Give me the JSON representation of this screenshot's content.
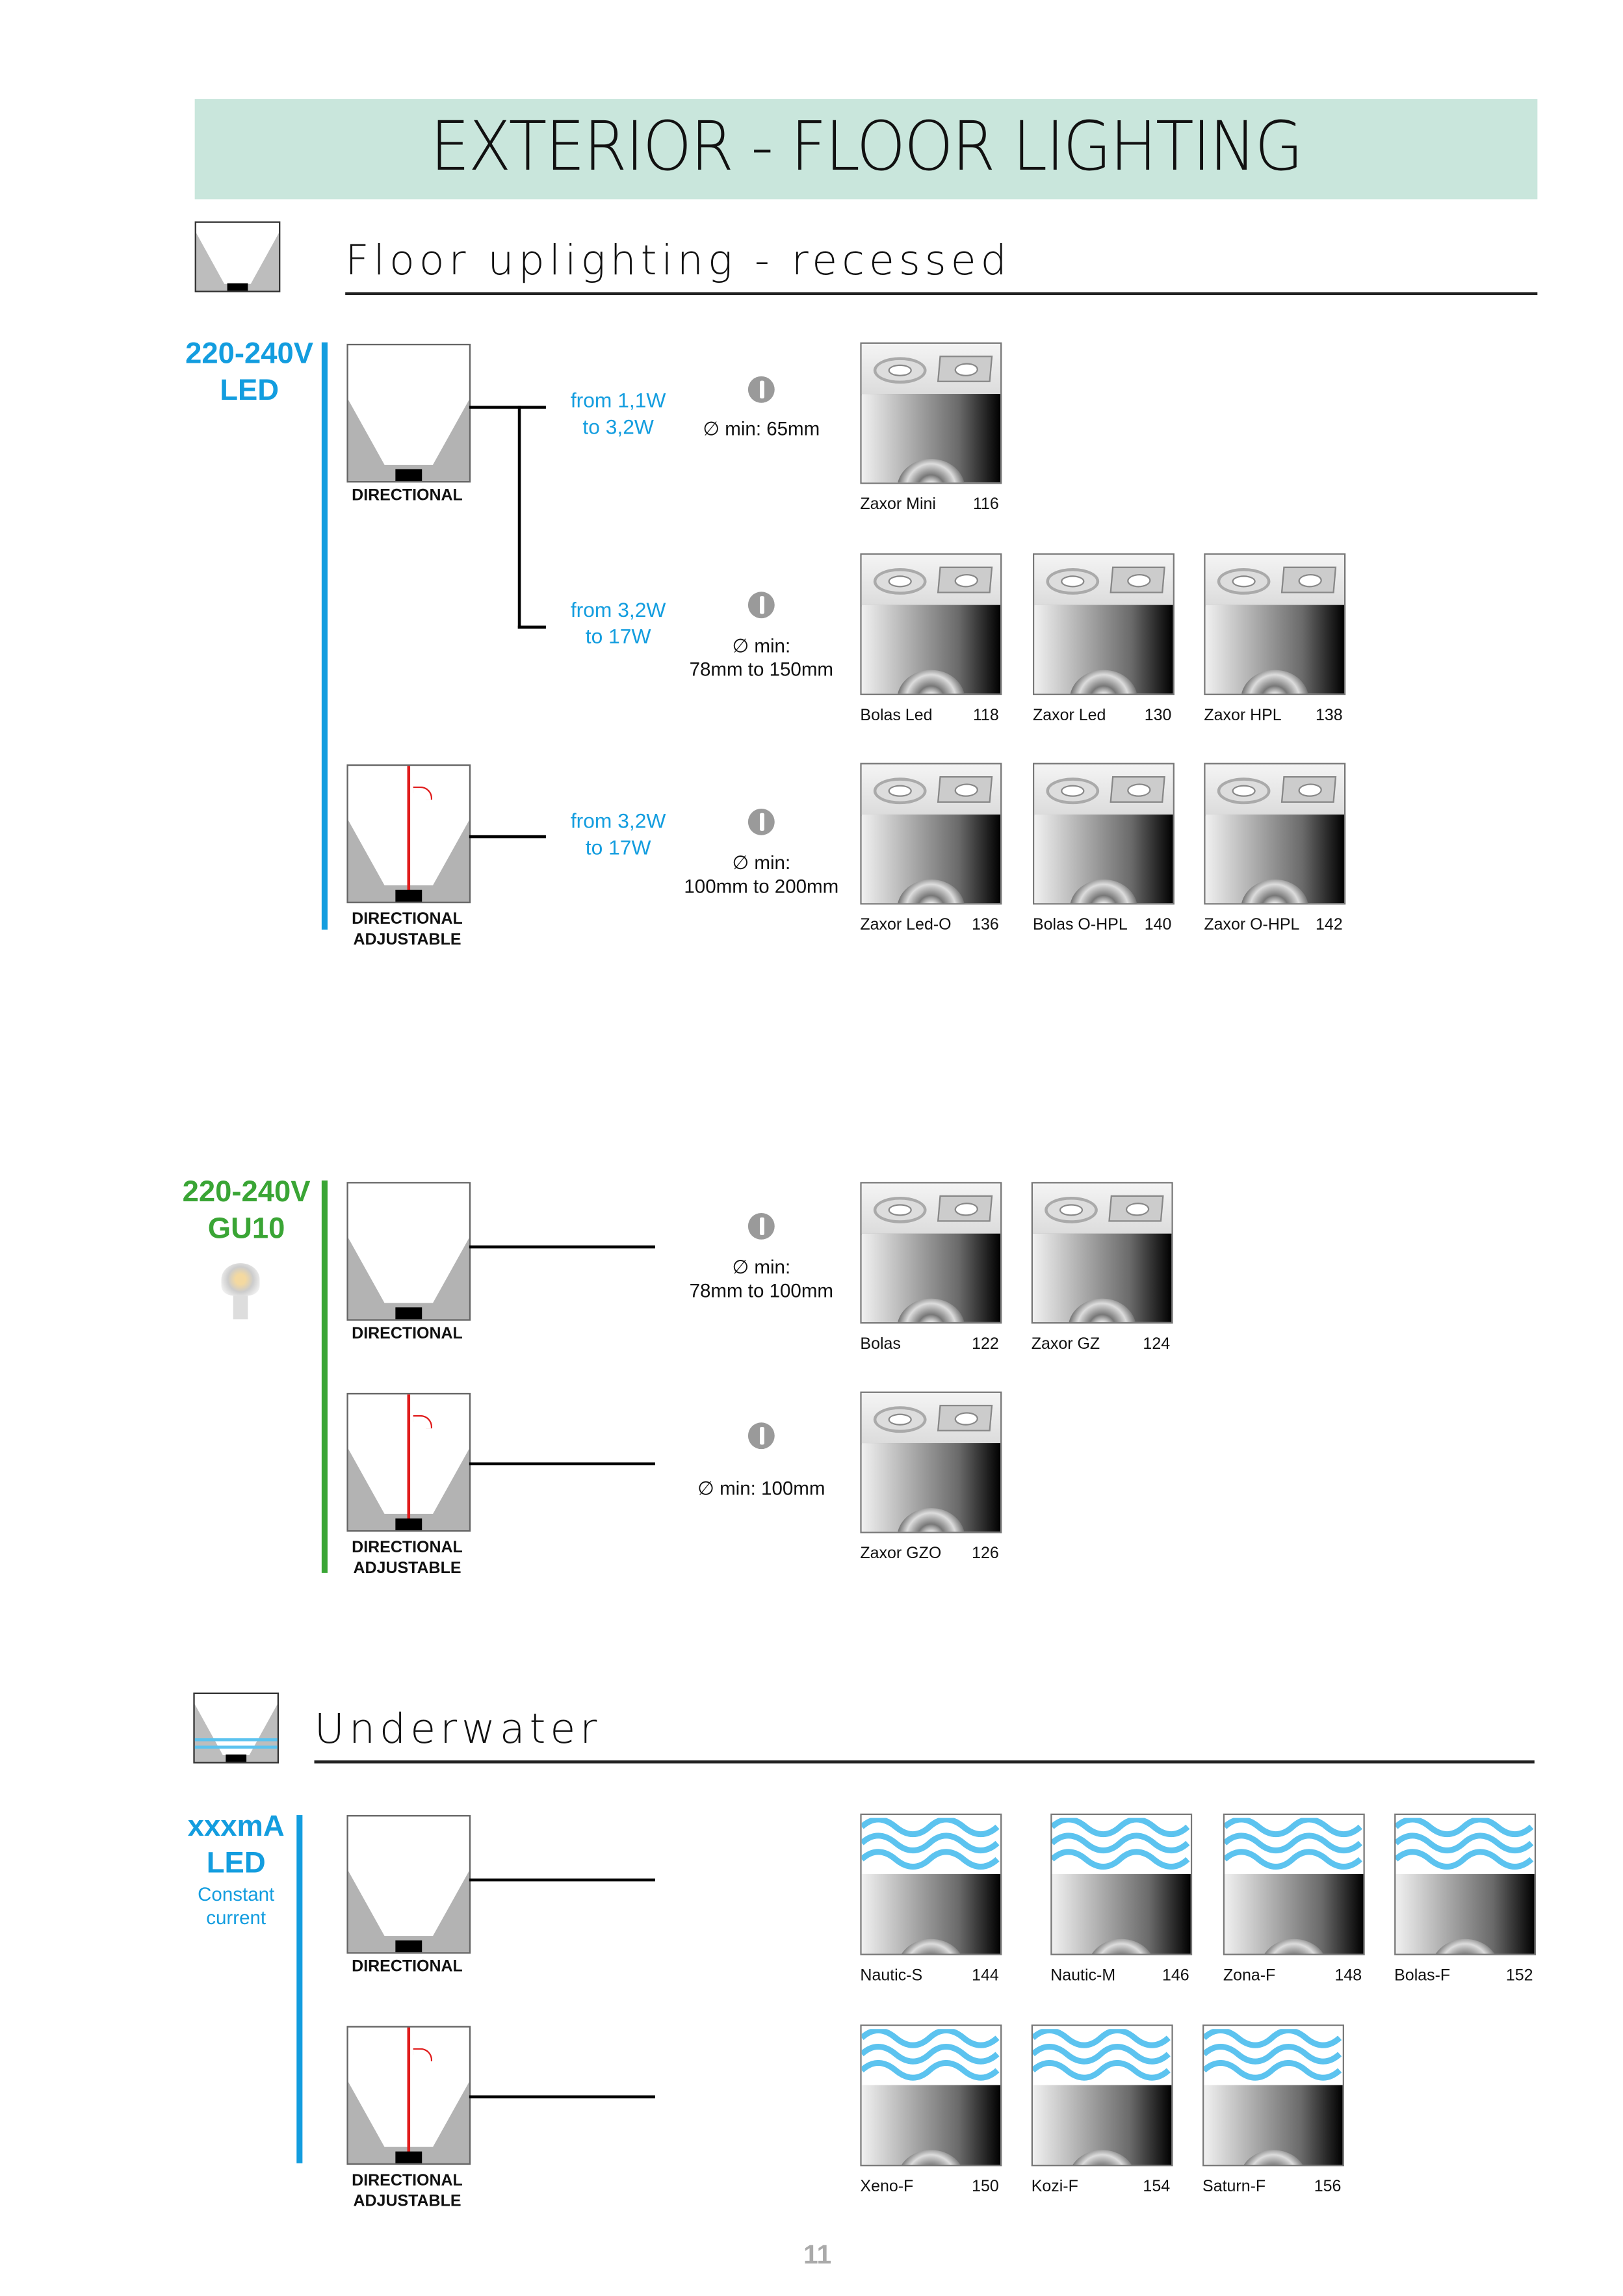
{
  "header": {
    "title": "EXTERIOR - FLOOR LIGHTING"
  },
  "colors": {
    "band": "#c9e6dc",
    "blue": "#139ddf",
    "green": "#3aa535",
    "accent_red": "#e01b1b"
  },
  "sections": [
    {
      "title": "Floor uplighting - recessed",
      "icon": "floor-uplight-icon"
    },
    {
      "title": "Underwater",
      "icon": "underwater-uplight-icon"
    }
  ],
  "groups": {
    "led": {
      "line1": "220-240V",
      "line2": "LED"
    },
    "gu10": {
      "line1": "220-240V",
      "line2": "GU10"
    },
    "current": {
      "line1": "xxxmA",
      "line2": "LED",
      "line3": "Constant",
      "line4": "current"
    }
  },
  "diagram_labels": {
    "directional": "DIRECTIONAL",
    "adjustable_1": "DIRECTIONAL",
    "adjustable_2": "ADJUSTABLE"
  },
  "rows": [
    {
      "power1": "from 1,1W",
      "power2": "to 3,2W",
      "min1": "∅ min: 65mm",
      "min2": "",
      "products": [
        {
          "name": "Zaxor Mini",
          "page": "116"
        }
      ]
    },
    {
      "power1": "from 3,2W",
      "power2": "to 17W",
      "min1": "∅ min:",
      "min2": "78mm to 150mm",
      "products": [
        {
          "name": "Bolas Led",
          "page": "118"
        },
        {
          "name": "Zaxor Led",
          "page": "130"
        },
        {
          "name": "Zaxor HPL",
          "page": "138"
        }
      ]
    },
    {
      "power1": "from 3,2W",
      "power2": "to 17W",
      "min1": "∅ min:",
      "min2": "100mm to 200mm",
      "products": [
        {
          "name": "Zaxor Led-O",
          "page": "136"
        },
        {
          "name": "Bolas O-HPL",
          "page": "140"
        },
        {
          "name": "Zaxor O-HPL",
          "page": "142"
        }
      ]
    },
    {
      "power1": "",
      "power2": "",
      "min1": "∅ min:",
      "min2": "78mm to 100mm",
      "products": [
        {
          "name": "Bolas",
          "page": "122"
        },
        {
          "name": "Zaxor GZ",
          "page": "124"
        }
      ]
    },
    {
      "power1": "",
      "power2": "",
      "min1": "∅ min: 100mm",
      "min2": "",
      "products": [
        {
          "name": "Zaxor GZO",
          "page": "126"
        }
      ]
    },
    {
      "power1": "",
      "power2": "",
      "min1": "",
      "min2": "",
      "products": [
        {
          "name": "Nautic-S",
          "page": "144"
        },
        {
          "name": "Nautic-M",
          "page": "146"
        },
        {
          "name": "Zona-F",
          "page": "148"
        },
        {
          "name": "Bolas-F",
          "page": "152"
        }
      ]
    },
    {
      "power1": "",
      "power2": "",
      "min1": "",
      "min2": "",
      "products": [
        {
          "name": "Xeno-F",
          "page": "150"
        },
        {
          "name": "Kozi-F",
          "page": "154"
        },
        {
          "name": "Saturn-F",
          "page": "156"
        }
      ]
    }
  ],
  "footer": {
    "page_number": "11"
  }
}
